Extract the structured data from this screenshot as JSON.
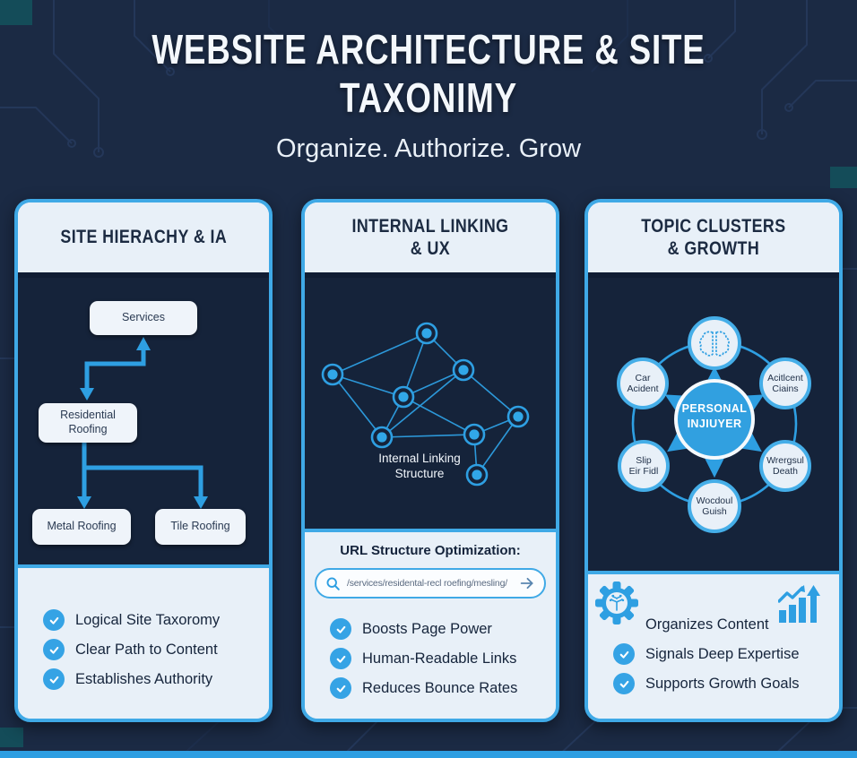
{
  "header": {
    "title": "WEBSITE ARCHITECTURE & SITE TAXONIMY",
    "subtitle": "Organize. Authorize. Grow"
  },
  "colors": {
    "background": "#1B2A44",
    "panel_dark": "#15233A",
    "card_light": "#E8F0F8",
    "accent_blue": "#2E9FE2",
    "border_blue": "#3FA9E6",
    "check_blue": "#35A3E5",
    "text_dark": "#1C2B42",
    "text_light": "#FFFFFF"
  },
  "card1": {
    "title": "SITE HIERACHY & IA",
    "tree": {
      "root": "Services",
      "mid": "Residential Roofing",
      "leaf1": "Metal Roofing",
      "leaf2": "Tile Roofing"
    },
    "bullets": [
      "Logical Site Taxoromy",
      "Clear Path to Content",
      "Establishes Authority"
    ]
  },
  "card2": {
    "title": "INTERNAL LINKING\n& UX",
    "network_label": "Internal Linking\nStructure",
    "url_heading": "URL Structure Optimization:",
    "url_text": "/services/residental-recl roefing/mesling/",
    "bullets": [
      "Boosts Page Power",
      "Human-Readable Links",
      "Reduces Bounce Rates"
    ]
  },
  "card3": {
    "title": "TOPIC CLUSTERS\n& GROWTH",
    "hub_center": "PERSONAL\nINJIUYER",
    "satellites": [
      "Car\nAcident",
      "Acitlcent\nCiains",
      "Slip\nEir Fidl",
      "Wrergsul\nDeath",
      "Wocdoul\nGuish"
    ],
    "bullets": [
      "Organizes Content",
      "Signals Deep Expertise",
      "Supports Growth Goals"
    ]
  }
}
